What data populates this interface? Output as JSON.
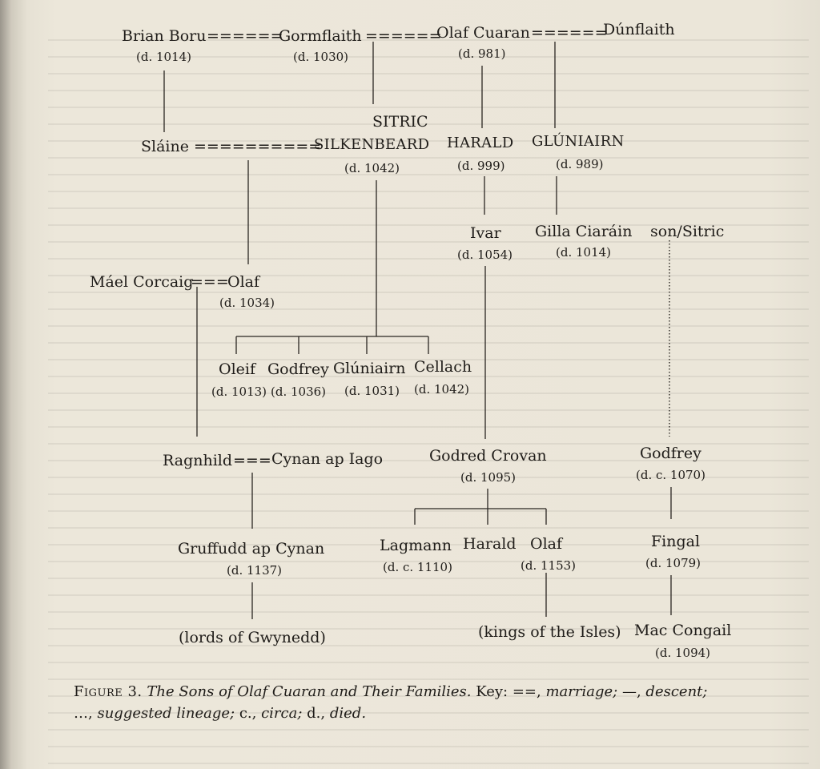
{
  "nodes": {
    "brian_boru": {
      "name": "Brian Boru",
      "died": "(d. 1014)"
    },
    "gormflaith": {
      "name": "Gormflaith",
      "died": "(d. 1030)"
    },
    "olaf_cuaran": {
      "name": "Olaf Cuaran",
      "died": "(d. 981)"
    },
    "dunflaith": {
      "name": "Dúnflaith"
    },
    "slaine": {
      "name": "Sláine"
    },
    "sitric_1": "SITRIC",
    "sitric_2": "SILKENBEARD",
    "sitric_died": "(d. 1042)",
    "harald_1": {
      "name": "HARALD",
      "died": "(d. 999)"
    },
    "gluniairn_1": {
      "name": "GLÚNIAIRN",
      "died": "(d. 989)"
    },
    "ivar": {
      "name": "Ivar",
      "died": "(d. 1054)"
    },
    "gilla_ciarain": {
      "name": "Gilla Ciaráin",
      "died": "(d. 1014)"
    },
    "son_sitric": {
      "name": "son/Sitric"
    },
    "mael_corcaig": {
      "name": "Máel Corcaig"
    },
    "olaf_2": {
      "name": "Olaf",
      "died": "(d. 1034)"
    },
    "oleif": {
      "name": "Oleif",
      "died": "(d. 1013)"
    },
    "godfrey_1": {
      "name": "Godfrey",
      "died": "(d. 1036)"
    },
    "gluniairn_2": {
      "name": "Glúniairn",
      "died": "(d. 1031)"
    },
    "cellach": {
      "name": "Cellach",
      "died": "(d. 1042)"
    },
    "ragnhild": {
      "name": "Ragnhild"
    },
    "cynan": {
      "name": "Cynan ap Iago"
    },
    "godred_crovan": {
      "name": "Godred Crovan",
      "died": "(d. 1095)"
    },
    "godfrey_2": {
      "name": "Godfrey",
      "died": "(d. c. 1070)"
    },
    "gruffudd": {
      "name": "Gruffudd ap Cynan",
      "died": "(d. 1137)"
    },
    "lagmann": {
      "name": "Lagmann",
      "died": "(d. c. 1110)"
    },
    "harald_2": {
      "name": "Harald"
    },
    "olaf_3": {
      "name": "Olaf",
      "died": "(d. 1153)"
    },
    "fingal": {
      "name": "Fingal",
      "died": "(d. 1079)"
    },
    "lords_gwynedd": {
      "name": "(lords of Gwynedd)"
    },
    "kings_isles": {
      "name": "(kings of the Isles)"
    },
    "mac_congail": {
      "name": "Mac Congail",
      "died": "(d. 1094)"
    }
  },
  "marriage_marks": {
    "m1": "======",
    "m2": "======",
    "m3": "======",
    "m4": "==========",
    "m5": "===",
    "m6": "==="
  },
  "caption": {
    "figure_label": "Figure 3.",
    "title": "The Sons of Olaf Cuaran and Their Families.",
    "key_label": "Key:",
    "key_text_1": "==,",
    "key_text_2": "marriage;",
    "key_text_3": "—,",
    "key_text_4": "descent;",
    "key_text_5": "…,",
    "key_text_6": "suggested lineage;",
    "key_text_7": "c.,",
    "key_text_8": "circa;",
    "key_text_9": "d.,",
    "key_text_10": "died."
  }
}
